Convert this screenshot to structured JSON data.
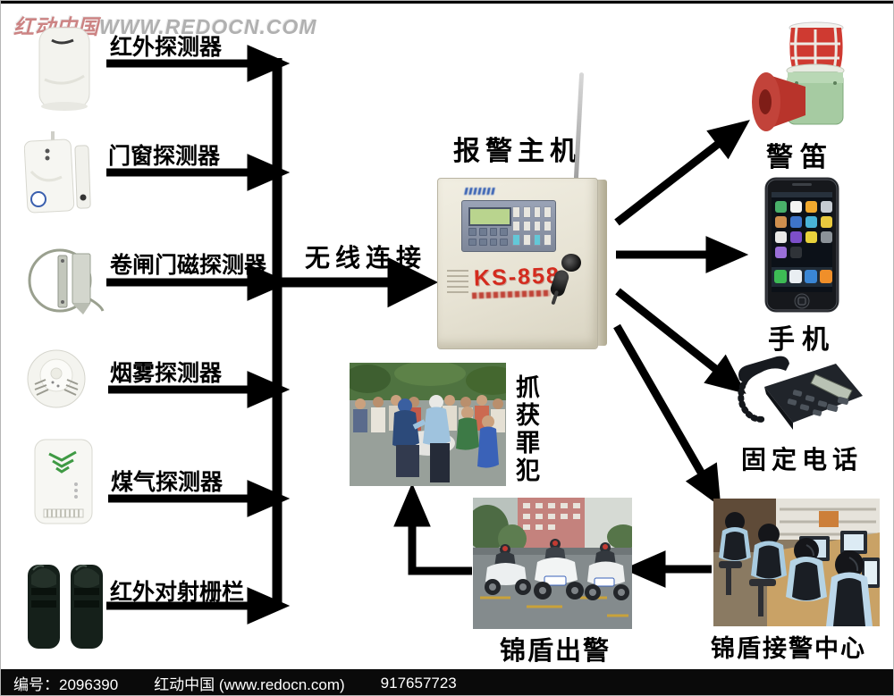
{
  "watermark": {
    "cn": "红动中国",
    "en": "WWW.REDOCN.COM"
  },
  "detectors": [
    {
      "label": "红外探测器"
    },
    {
      "label": "门窗探测器"
    },
    {
      "label": "卷闸门磁探测器"
    },
    {
      "label": "烟雾探测器"
    },
    {
      "label": "煤气探测器"
    },
    {
      "label": "红外对射栅栏"
    }
  ],
  "connection": {
    "label": "无线连接"
  },
  "host": {
    "title": "报警主机",
    "model": "KS-858"
  },
  "outputs": [
    {
      "label": "警笛"
    },
    {
      "label": "手机"
    },
    {
      "label": "固定电话"
    }
  ],
  "flow": {
    "center": {
      "label": "锦盾接警中心"
    },
    "dispatch": {
      "label": "锦盾出警"
    },
    "arrest": {
      "label": "抓获罪犯"
    }
  },
  "footer": {
    "id": "编号：2096390",
    "brand": "红动中国 (www.redocn.com)",
    "code": "917657723"
  },
  "colors": {
    "arrow": "#000000",
    "model_red": "#d42b1e",
    "footer_bg": "#0a0a0a"
  }
}
